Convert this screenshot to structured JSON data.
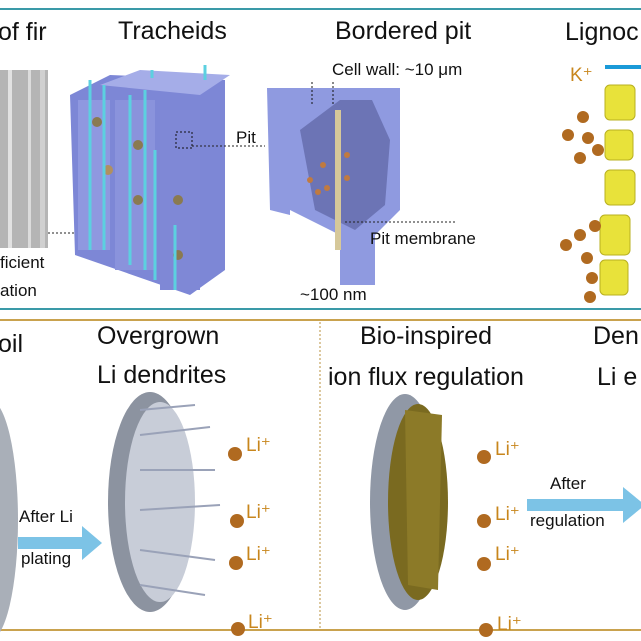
{
  "top_panel": {
    "titles": {
      "fir": "of fir",
      "tracheids": "Tracheids",
      "bordered_pit": "Bordered pit",
      "lignoc": "Lignoc"
    },
    "left_caption": [
      "ficient",
      "ation"
    ],
    "pit_label": "Pit",
    "cell_wall_label": "Cell wall: ~10 μm",
    "pit_membrane_label": "Pit membrane",
    "pore_size_label": "~100 nm",
    "ion_label": "K⁺",
    "border_color": "#3a9aa8"
  },
  "bottom_panel": {
    "foil_title": "oil",
    "dendrite_title": [
      "Overgrown",
      "Li dendrites"
    ],
    "bio_title": [
      "Bio-inspired",
      "ion flux regulation"
    ],
    "dense_title": [
      "Den",
      "Li e"
    ],
    "arrow1_label": [
      "After Li",
      "plating"
    ],
    "arrow2_label": [
      "After",
      "regulation"
    ],
    "ion_label": "Li⁺",
    "border_color": "#c9a24e",
    "arrow_color": "#7cc3e6"
  }
}
